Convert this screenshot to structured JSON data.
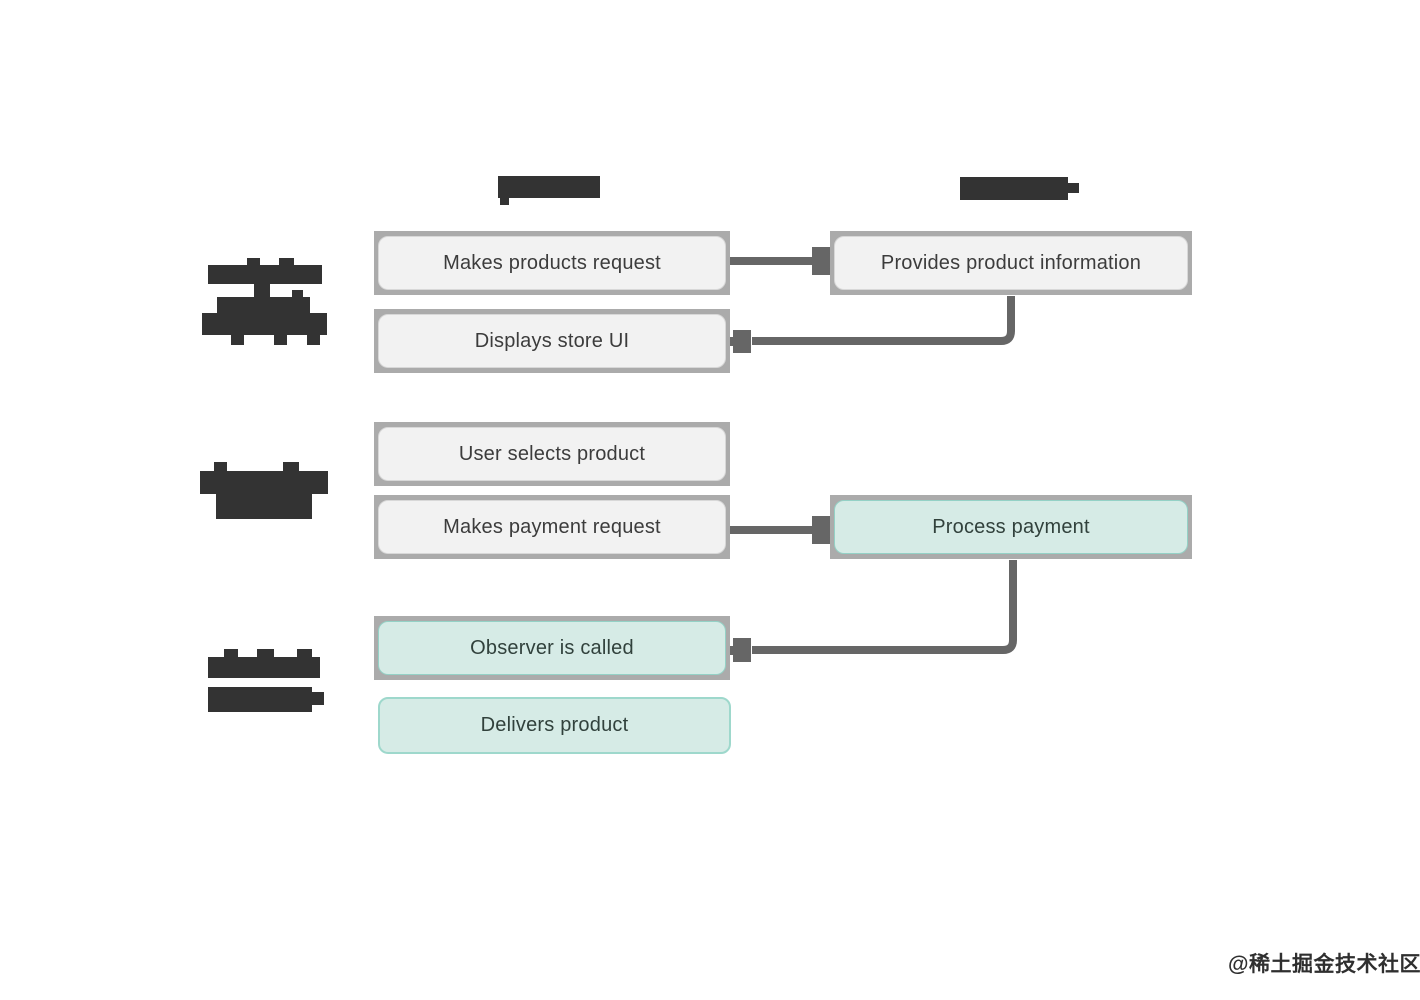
{
  "diagram": {
    "type": "flowchart",
    "columns": [
      {
        "id": "left",
        "header_redacted": true
      },
      {
        "id": "right",
        "header_redacted": true
      }
    ],
    "nodes": [
      {
        "id": "makes-products-request",
        "label": "Makes products request",
        "column": "left",
        "variant": "gray"
      },
      {
        "id": "provides-product-information",
        "label": "Provides product information",
        "column": "right",
        "variant": "gray"
      },
      {
        "id": "displays-store-ui",
        "label": "Displays store UI",
        "column": "left",
        "variant": "gray"
      },
      {
        "id": "user-selects-product",
        "label": "User selects product",
        "column": "left",
        "variant": "gray"
      },
      {
        "id": "makes-payment-request",
        "label": "Makes payment request",
        "column": "left",
        "variant": "gray"
      },
      {
        "id": "process-payment",
        "label": "Process payment",
        "column": "right",
        "variant": "teal"
      },
      {
        "id": "observer-is-called",
        "label": "Observer is called",
        "column": "left",
        "variant": "teal"
      },
      {
        "id": "delivers-product",
        "label": "Delivers product",
        "column": "left",
        "variant": "teal"
      }
    ],
    "edges": [
      {
        "from": "makes-products-request",
        "to": "provides-product-information",
        "shape": "straight"
      },
      {
        "from": "provides-product-information",
        "to": "displays-store-ui",
        "shape": "elbow"
      },
      {
        "from": "makes-payment-request",
        "to": "process-payment",
        "shape": "straight"
      },
      {
        "from": "process-payment",
        "to": "observer-is-called",
        "shape": "elbow"
      }
    ],
    "redactions": {
      "column_headers": 2,
      "row_group_labels": 3
    },
    "colors": {
      "node_gray_fill": "#f2f2f2",
      "node_gray_border": "#d8d8d8",
      "node_teal_fill": "#d6ebe6",
      "node_teal_border": "#94d1c6",
      "selection_frame": "#ababab",
      "arrow": "#666666",
      "redaction": "#333333",
      "text": "#3c3c3c"
    }
  },
  "watermark": {
    "text": "@稀土掘金技术社区"
  }
}
